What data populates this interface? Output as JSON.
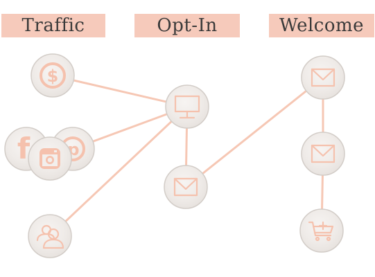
{
  "headers": {
    "traffic": "Traffic",
    "optin": "Opt-In",
    "welcome": "Welcome"
  },
  "colors": {
    "connector": "#f6c7b4",
    "icon": "#f5c1ad",
    "node_fill": "#efebe8",
    "node_border": "#d2ccc7",
    "header_bg": "#f6cabb",
    "header_text": "#3a3a3a"
  },
  "nodes": [
    {
      "id": "dollar",
      "icon": "dollar-sign-icon",
      "column": "traffic"
    },
    {
      "id": "facebook",
      "icon": "facebook-icon",
      "column": "traffic"
    },
    {
      "id": "pinterest",
      "icon": "pinterest-icon",
      "column": "traffic"
    },
    {
      "id": "instagram",
      "icon": "instagram-icon",
      "column": "traffic"
    },
    {
      "id": "users",
      "icon": "users-icon",
      "column": "traffic"
    },
    {
      "id": "monitor",
      "icon": "monitor-icon",
      "column": "optin"
    },
    {
      "id": "optin-mail",
      "icon": "mail-icon",
      "column": "optin"
    },
    {
      "id": "welcome-mail-1",
      "icon": "mail-icon",
      "column": "welcome"
    },
    {
      "id": "welcome-mail-2",
      "icon": "mail-icon",
      "column": "welcome"
    },
    {
      "id": "cart",
      "icon": "shopping-cart-icon",
      "column": "welcome"
    }
  ],
  "edges": [
    [
      "dollar",
      "monitor"
    ],
    [
      "pinterest",
      "monitor"
    ],
    [
      "users",
      "monitor"
    ],
    [
      "monitor",
      "optin-mail"
    ],
    [
      "optin-mail",
      "welcome-mail-1"
    ],
    [
      "welcome-mail-1",
      "welcome-mail-2"
    ],
    [
      "welcome-mail-2",
      "cart"
    ]
  ]
}
